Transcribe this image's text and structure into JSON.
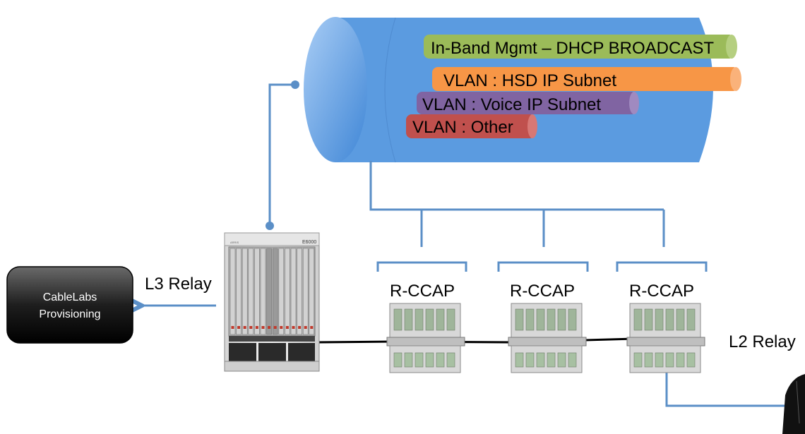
{
  "vlans": [
    {
      "label": "In-Band Mgmt – DHCP BROADCAST",
      "color": "#9bbb59"
    },
    {
      "label": "VLAN : HSD IP Subnet",
      "color": "#f79646"
    },
    {
      "label": "VLAN : Voice IP Subnet",
      "color": "#8064a2"
    },
    {
      "label": "VLAN : Other",
      "color": "#c0504d"
    }
  ],
  "provisioning": {
    "line1": "CableLabs",
    "line2": "Provisioning"
  },
  "relays": {
    "l3": "L3 Relay",
    "l2": "L2 Relay"
  },
  "chassis": {
    "model": "E6000",
    "brand": "ARRIS"
  },
  "nodes": [
    {
      "label": "R-CCAP"
    },
    {
      "label": "R-CCAP"
    },
    {
      "label": "R-CCAP"
    }
  ],
  "colors": {
    "link": "#5b8fc7",
    "cloud_top": "#a9c9ef",
    "cloud_body": "#5b9be0",
    "fiber": "#000000"
  }
}
